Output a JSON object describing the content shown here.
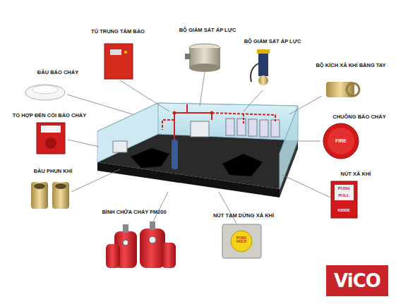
{
  "diagram": {
    "nodes": [
      {
        "text": [
          "ViCO"
        ]
      }
    ],
    "labels": [
      "TỦ TRUNG TÂM BÁO",
      "BỘ GIÁM SÁT ÁP LỰC",
      "BỘ GIÁM SÁT ÁP LỰC",
      "BỘ KÍCH XẢ KHÍ BẰNG TAY",
      "ĐẦU BÁO CHÁY",
      "TỔ HỢP ĐÈN CÒI BÁO CHÁY",
      "CHUÔNG BÁO CHÁY",
      "ĐẦU PHUN KHÍ",
      "NÚT XẢ KHÍ",
      "BÌNH CHỮA CHÁY FM200",
      "NÚT TẠM DỪNG XẢ KHÍ",
      "FIRE",
      "PUSH",
      "PULL",
      "KIDDE",
      "PUSH HOLD"
    ]
  }
}
